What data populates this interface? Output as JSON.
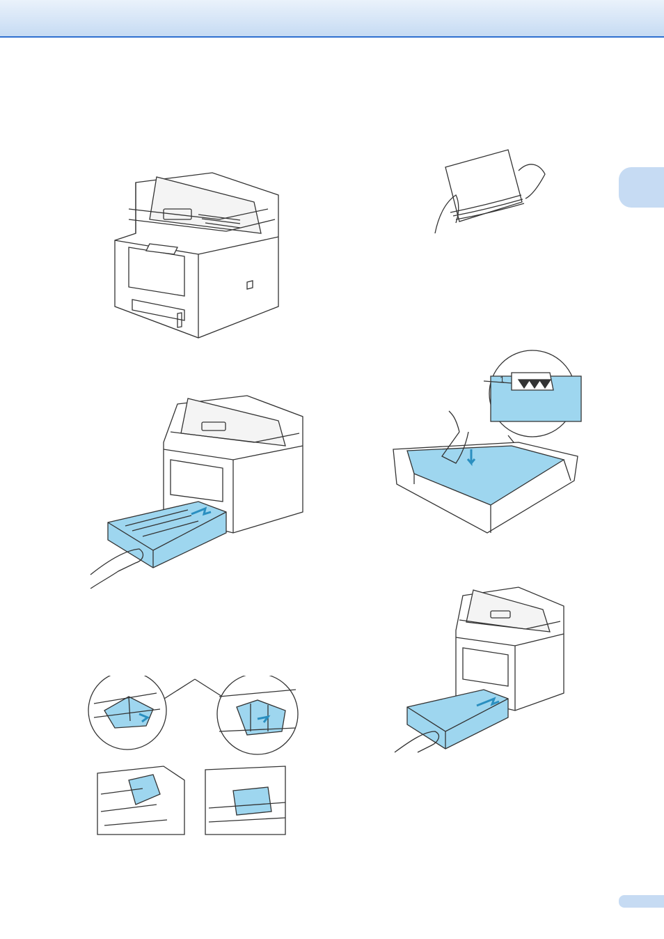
{
  "header": {
    "accent": "#2f6fd0",
    "band": "#c6dbf3"
  },
  "callouts": {
    "tray_detail_label": "1"
  },
  "illustrations": [
    {
      "id": "machine-front",
      "icon": "printer-icon"
    },
    {
      "id": "tray-pull-out",
      "icon": "printer-tray-out-icon"
    },
    {
      "id": "paper-guides",
      "icon": "paper-guide-adjust-icon"
    },
    {
      "id": "fan-paper",
      "icon": "fan-paper-icon"
    },
    {
      "id": "load-paper",
      "icon": "paper-tray-load-icon"
    },
    {
      "id": "tray-push-in",
      "icon": "printer-tray-in-icon"
    }
  ],
  "colors": {
    "tray_blue": "#9ed6ef",
    "line": "#333333"
  }
}
